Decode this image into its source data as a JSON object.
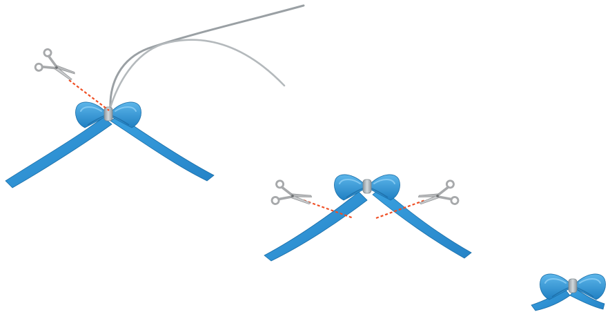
{
  "scene": {
    "steps": [
      {
        "id": "step-1",
        "objects": [
          "ribbon-bow",
          "long-wire-tails",
          "scissors",
          "cut-line"
        ]
      },
      {
        "id": "step-2",
        "objects": [
          "ribbon-bow",
          "long-ribbon-tails",
          "scissors-left",
          "scissors-right",
          "cut-lines"
        ]
      },
      {
        "id": "step-3",
        "objects": [
          "ribbon-bow",
          "short-ribbon-tails"
        ]
      }
    ],
    "colors": {
      "ribbon": "#2c93d6",
      "ribbon_light": "#5db6ea",
      "ribbon_dark": "#1d74b0",
      "knot": "#a8b3ba",
      "wire": "#9aa0a4",
      "scissors": "#a7a9ab",
      "cut_line": "#f04e23",
      "background": "#ffffff"
    },
    "icons": [
      "scissors-icon",
      "ribbon-bow-icon",
      "wire-icon"
    ]
  }
}
